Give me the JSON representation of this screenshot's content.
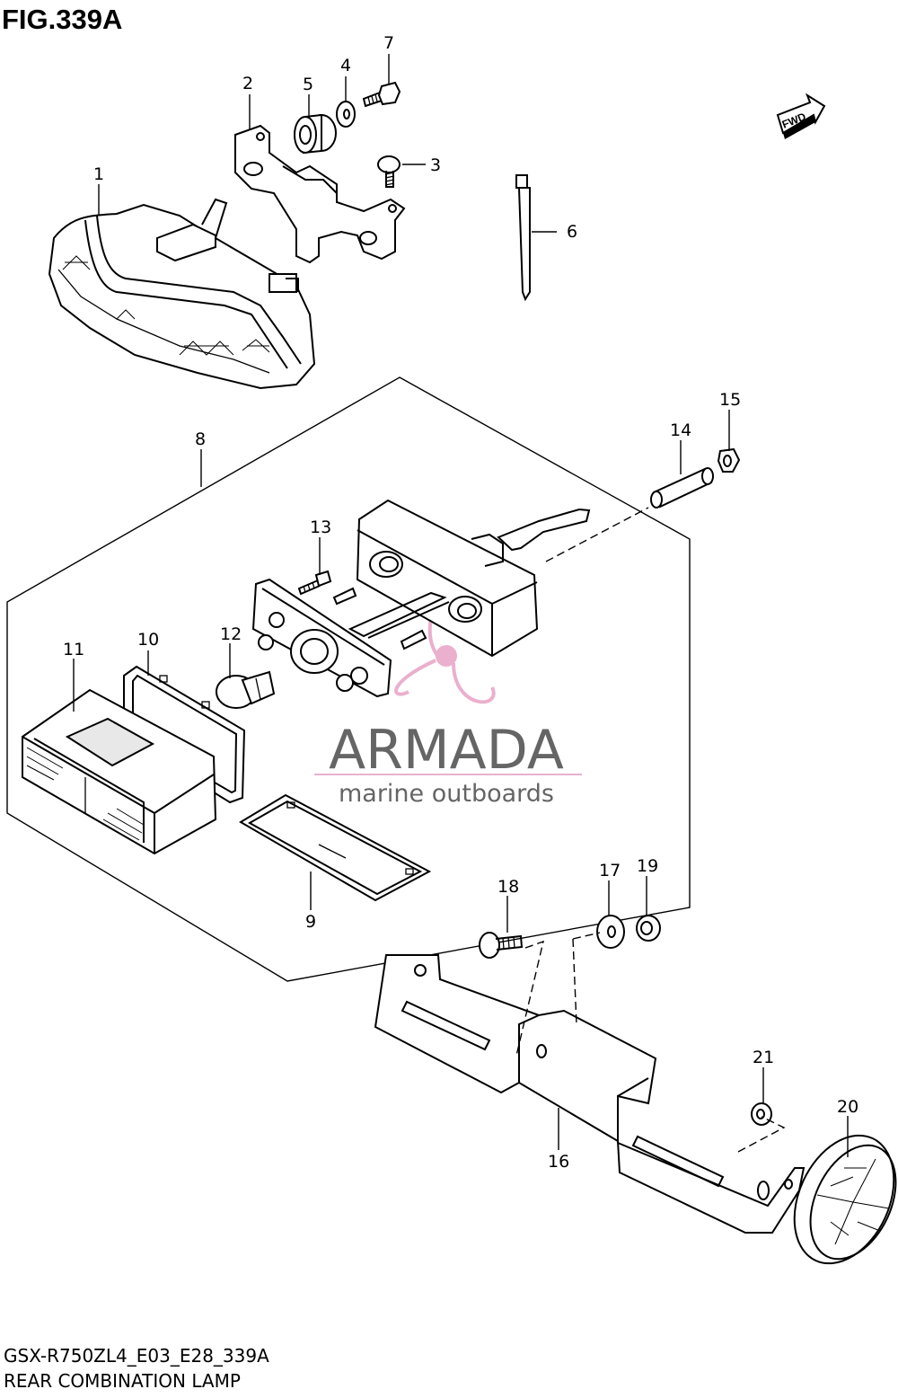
{
  "figure": {
    "title": "FIG.339A",
    "model_code": "GSX-R750ZL4_E03_E28_339A",
    "assembly_name": "REAR COMBINATION LAMP",
    "direction_tag": "FWD"
  },
  "watermark": {
    "brand": "ARMADA",
    "tagline": "marine outboards",
    "color": "#e8a8c8"
  },
  "callouts": [
    "1",
    "2",
    "3",
    "4",
    "5",
    "6",
    "7",
    "8",
    "9",
    "10",
    "11",
    "12",
    "13",
    "14",
    "15",
    "16",
    "17",
    "18",
    "19",
    "20",
    "21"
  ]
}
